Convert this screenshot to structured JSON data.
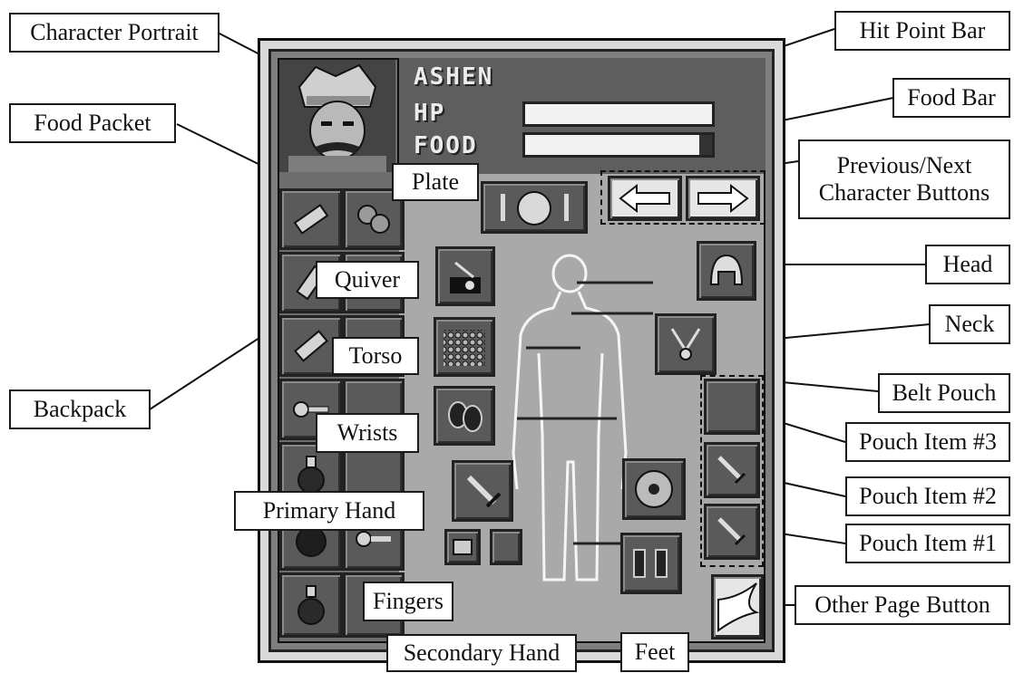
{
  "character": {
    "name": "ASHEN",
    "hp_label": "HP",
    "food_label": "FOOD",
    "hp_fraction": 1.0,
    "food_fraction": 0.93
  },
  "labels": {
    "character_portrait": "Character Portrait",
    "food_packet": "Food Packet",
    "plate": "Plate",
    "quiver": "Quiver",
    "torso": "Torso",
    "backpack": "Backpack",
    "wrists": "Wrists",
    "primary_hand": "Primary Hand",
    "fingers": "Fingers",
    "secondary_hand": "Secondary Hand",
    "feet": "Feet",
    "hit_point_bar": "Hit Point Bar",
    "food_bar": "Food Bar",
    "prev_next_line1": "Previous/Next",
    "prev_next_line2": "Character Buttons",
    "head": "Head",
    "neck": "Neck",
    "belt_pouch": "Belt Pouch",
    "pouch_item_3": "Pouch Item #3",
    "pouch_item_2": "Pouch Item #2",
    "pouch_item_1": "Pouch Item #1",
    "other_page_button": "Other Page Button"
  },
  "icons": {
    "previous": "arrow-left-icon",
    "next": "arrow-right-icon",
    "other_page": "page-turn-icon"
  },
  "colors": {
    "panel": "#6d6d6d",
    "slot": "#5a5a5a",
    "body_area": "#a9a9a9",
    "bar_fill": "#f2f2f2"
  }
}
